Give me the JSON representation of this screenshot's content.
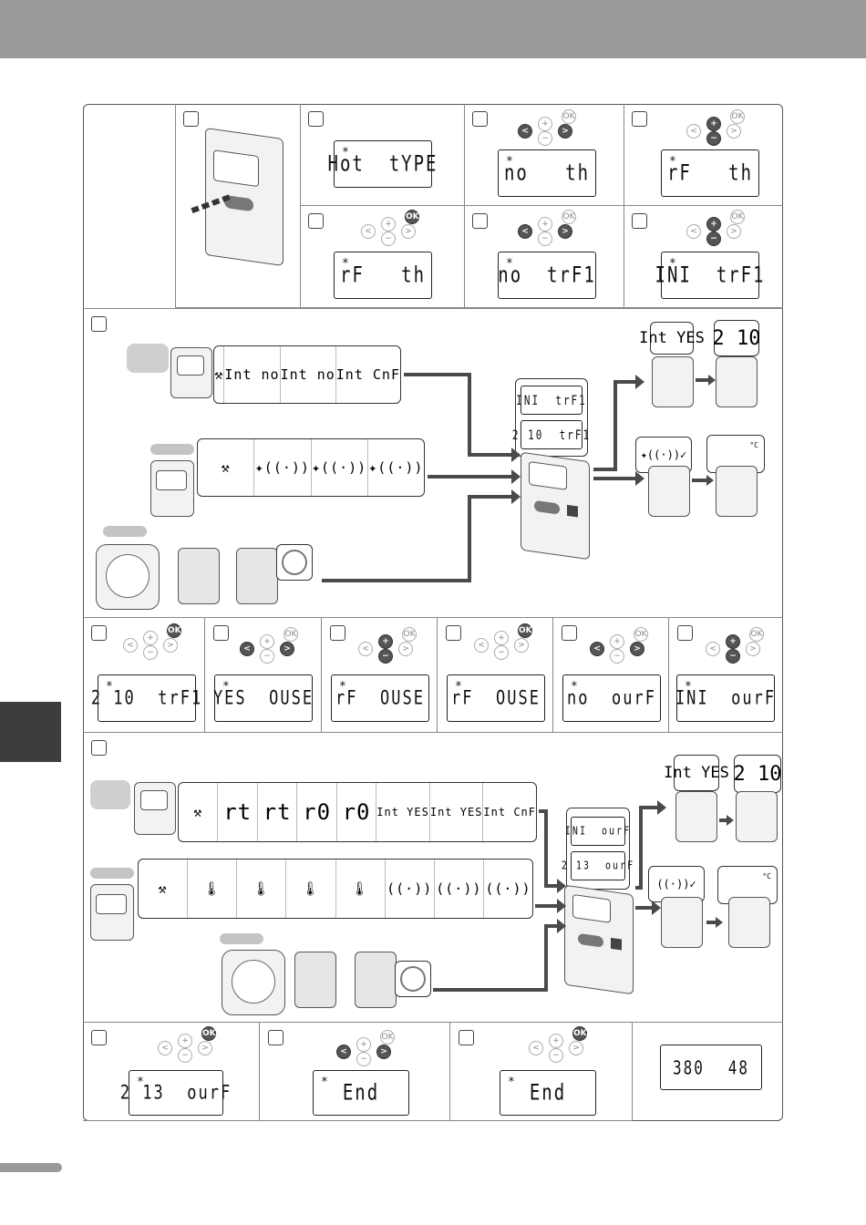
{
  "lcd": {
    "hot_type": "Hot  tYPE",
    "no_th": "no   th",
    "rf_th": "rF   th",
    "no_trf1": "no  trF1",
    "ini_trf1": "INI  trF1",
    "t210_trf1": "2 10  trF1",
    "yes_ouse": "YES  OUSE",
    "rf_ouse": "rF  OUSE",
    "no_ourf": "no  ourF",
    "ini_ourf": "INI  ourF",
    "t213_ourf": "2 13  ourF",
    "end": "End",
    "final_left": "380",
    "final_right": "48"
  },
  "pad": {
    "ok": "OK",
    "plus": "+",
    "minus": "−",
    "left": "<",
    "right": ">"
  },
  "strip1": [
    "",
    "Int no",
    "Int no",
    "Int CnF"
  ],
  "strip3": [
    "",
    "rt",
    "rt",
    "r0",
    "r0",
    "Int YES",
    "Int YES",
    "Int CnF"
  ],
  "bubbles": {
    "int_yes": "Int YES",
    "t210": "2 10",
    "t210_b": "2 10",
    "celsius": "°C"
  },
  "icons": [
    "tools-icon",
    "antenna-icon",
    "thermometer-icon",
    "sun-icon",
    "arrow-icon"
  ]
}
